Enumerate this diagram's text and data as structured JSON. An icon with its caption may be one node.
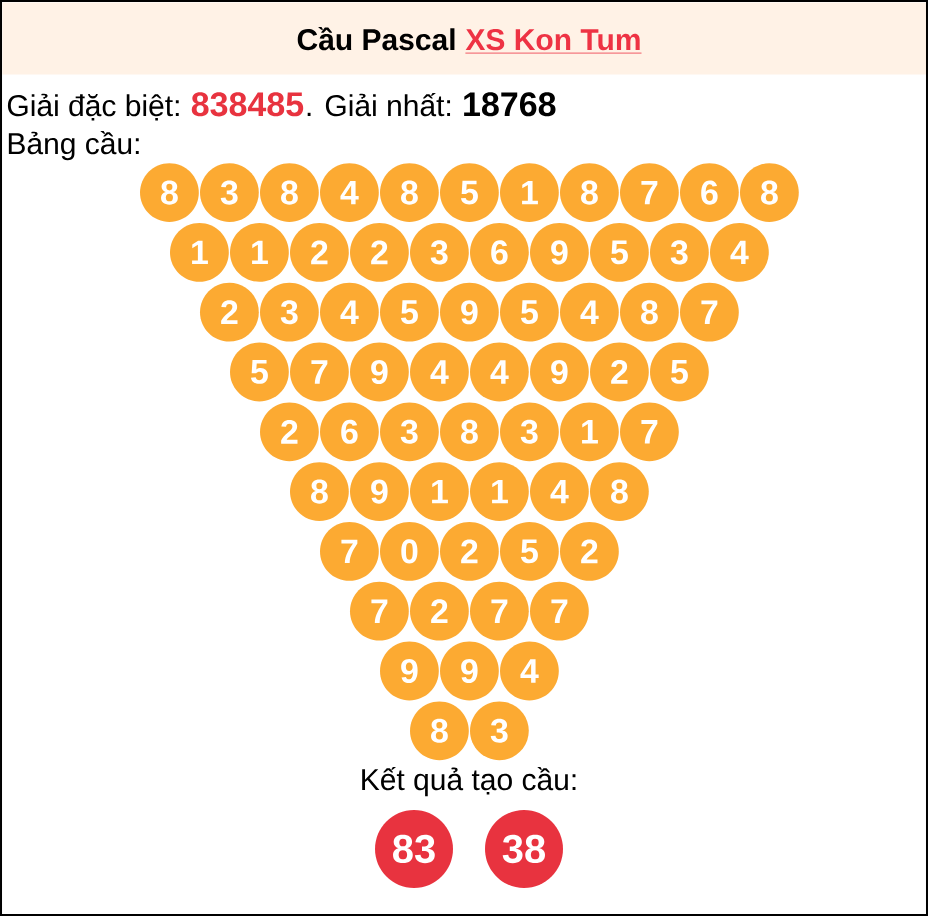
{
  "diagram": {
    "nodes": [
      {
        "text": [
          "Cầu Pascal",
          "XS Kon Tum"
        ]
      },
      {
        "text": [
          "8"
        ]
      },
      {
        "text": [
          "3"
        ]
      },
      {
        "text": [
          "8"
        ]
      },
      {
        "text": [
          "4"
        ]
      },
      {
        "text": [
          "8"
        ]
      },
      {
        "text": [
          "5"
        ]
      },
      {
        "text": [
          "1"
        ]
      },
      {
        "text": [
          "8"
        ]
      },
      {
        "text": [
          "7"
        ]
      },
      {
        "text": [
          "6"
        ]
      },
      {
        "text": [
          "8"
        ]
      },
      {
        "text": [
          "1"
        ]
      },
      {
        "text": [
          "1"
        ]
      },
      {
        "text": [
          "2"
        ]
      },
      {
        "text": [
          "2"
        ]
      },
      {
        "text": [
          "3"
        ]
      },
      {
        "text": [
          "6"
        ]
      },
      {
        "text": [
          "9"
        ]
      },
      {
        "text": [
          "5"
        ]
      },
      {
        "text": [
          "3"
        ]
      },
      {
        "text": [
          "4"
        ]
      },
      {
        "text": [
          "2"
        ]
      },
      {
        "text": [
          "3"
        ]
      },
      {
        "text": [
          "4"
        ]
      },
      {
        "text": [
          "5"
        ]
      },
      {
        "text": [
          "9"
        ]
      },
      {
        "text": [
          "5"
        ]
      },
      {
        "text": [
          "4"
        ]
      },
      {
        "text": [
          "8"
        ]
      },
      {
        "text": [
          "7"
        ]
      },
      {
        "text": [
          "5"
        ]
      },
      {
        "text": [
          "7"
        ]
      },
      {
        "text": [
          "9"
        ]
      },
      {
        "text": [
          "4"
        ]
      },
      {
        "text": [
          "4"
        ]
      },
      {
        "text": [
          "9"
        ]
      },
      {
        "text": [
          "2"
        ]
      },
      {
        "text": [
          "5"
        ]
      },
      {
        "text": [
          "2"
        ]
      },
      {
        "text": [
          "6"
        ]
      },
      {
        "text": [
          "3"
        ]
      },
      {
        "text": [
          "8"
        ]
      },
      {
        "text": [
          "3"
        ]
      },
      {
        "text": [
          "1"
        ]
      },
      {
        "text": [
          "7"
        ]
      },
      {
        "text": [
          "8"
        ]
      },
      {
        "text": [
          "9"
        ]
      },
      {
        "text": [
          "1"
        ]
      },
      {
        "text": [
          "1"
        ]
      },
      {
        "text": [
          "4"
        ]
      },
      {
        "text": [
          "8"
        ]
      },
      {
        "text": [
          "7"
        ]
      },
      {
        "text": [
          "0"
        ]
      },
      {
        "text": [
          "2"
        ]
      },
      {
        "text": [
          "5"
        ]
      },
      {
        "text": [
          "2"
        ]
      },
      {
        "text": [
          "7"
        ]
      },
      {
        "text": [
          "2"
        ]
      },
      {
        "text": [
          "7"
        ]
      },
      {
        "text": [
          "7"
        ]
      },
      {
        "text": [
          "9"
        ]
      },
      {
        "text": [
          "9"
        ]
      },
      {
        "text": [
          "4"
        ]
      },
      {
        "text": [
          "8"
        ]
      },
      {
        "text": [
          "3"
        ]
      },
      {
        "text": [
          "83"
        ]
      },
      {
        "text": [
          "38"
        ]
      }
    ],
    "labels": [
      "Giải đặc biệt:",
      "838485",
      ". Giải nhất:",
      "18768",
      "Bảng cầu:",
      "Kết quả tạo cầu:"
    ]
  }
}
